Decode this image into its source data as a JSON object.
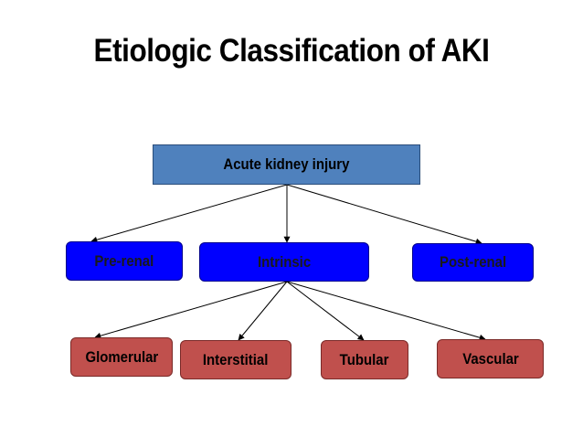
{
  "title": "Etiologic Classification of AKI",
  "colors": {
    "root_fill": "#4f81bd",
    "level1_fill": "#0000ff",
    "level2_fill": "#c0504d",
    "connector": "#000000"
  },
  "diagram": {
    "root": {
      "label": "Acute kidney injury"
    },
    "level1": [
      {
        "id": "pre-renal",
        "label": "Pre-renal"
      },
      {
        "id": "intrinsic",
        "label": "Intrinsic"
      },
      {
        "id": "post-renal",
        "label": "Post-renal"
      }
    ],
    "intrinsic_children": [
      {
        "id": "glomerular",
        "label": "Glomerular"
      },
      {
        "id": "interstitial",
        "label": "Interstitial"
      },
      {
        "id": "tubular",
        "label": "Tubular"
      },
      {
        "id": "vascular",
        "label": "Vascular"
      }
    ],
    "edges": [
      [
        "root",
        "pre-renal"
      ],
      [
        "root",
        "intrinsic"
      ],
      [
        "root",
        "post-renal"
      ],
      [
        "intrinsic",
        "glomerular"
      ],
      [
        "intrinsic",
        "interstitial"
      ],
      [
        "intrinsic",
        "tubular"
      ],
      [
        "intrinsic",
        "vascular"
      ]
    ]
  }
}
